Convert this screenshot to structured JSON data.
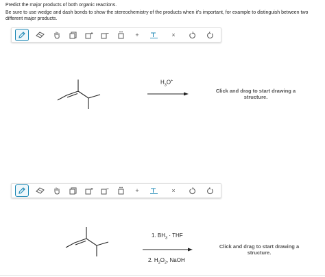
{
  "question": {
    "line1": "Predict the major products of both organic reactions.",
    "line2": "Be sure to use wedge and dash bonds to show the stereochemistry of the products when it's important, for example to distinguish between two different major products."
  },
  "toolbar": {
    "plus_label": "+",
    "close_label": "×"
  },
  "reaction1": {
    "reagent_h": "H",
    "reagent_sub": "3",
    "reagent_o": "O",
    "reagent_sup": "+",
    "prompt": "Click and drag to start drawing a structure."
  },
  "reaction2": {
    "step1_num": "1.",
    "step1_bh": "BH",
    "step1_sub": "3",
    "step1_sep": " · ",
    "step1_thf": "THF",
    "step2_num": "2.",
    "step2_h": "H",
    "step2_sub1": "2",
    "step2_o": "O",
    "step2_sub2": "2",
    "step2_sep": ", ",
    "step2_naoh": "NaOH",
    "prompt": "Click and drag to start drawing a structure."
  },
  "colors": {
    "accent": "#1e88b5",
    "text": "#222222",
    "prompt": "#555555"
  }
}
